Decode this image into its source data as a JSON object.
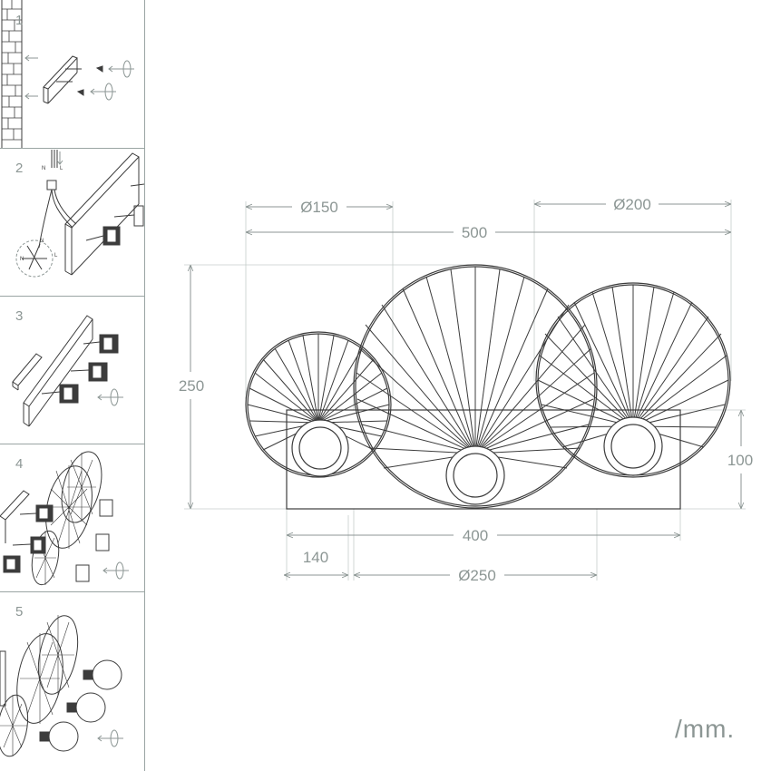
{
  "steps": [
    {
      "number": "1"
    },
    {
      "number": "2"
    },
    {
      "number": "3"
    },
    {
      "number": "4"
    },
    {
      "number": "5"
    }
  ],
  "wiring_labels": {
    "neutral": "N",
    "line": "L"
  },
  "dimensions": {
    "small_shade_diameter": "Ø150",
    "large_shade_diameter": "Ø200",
    "overall_width": "500",
    "overall_height": "250",
    "base_height": "100",
    "base_width": "400",
    "offset": "140",
    "center_shade_diameter": "Ø250"
  },
  "unit": "/mm.",
  "colors": {
    "line": "#3c3c3c",
    "dimension": "#8c9694",
    "divider": "#9aa5a3"
  }
}
